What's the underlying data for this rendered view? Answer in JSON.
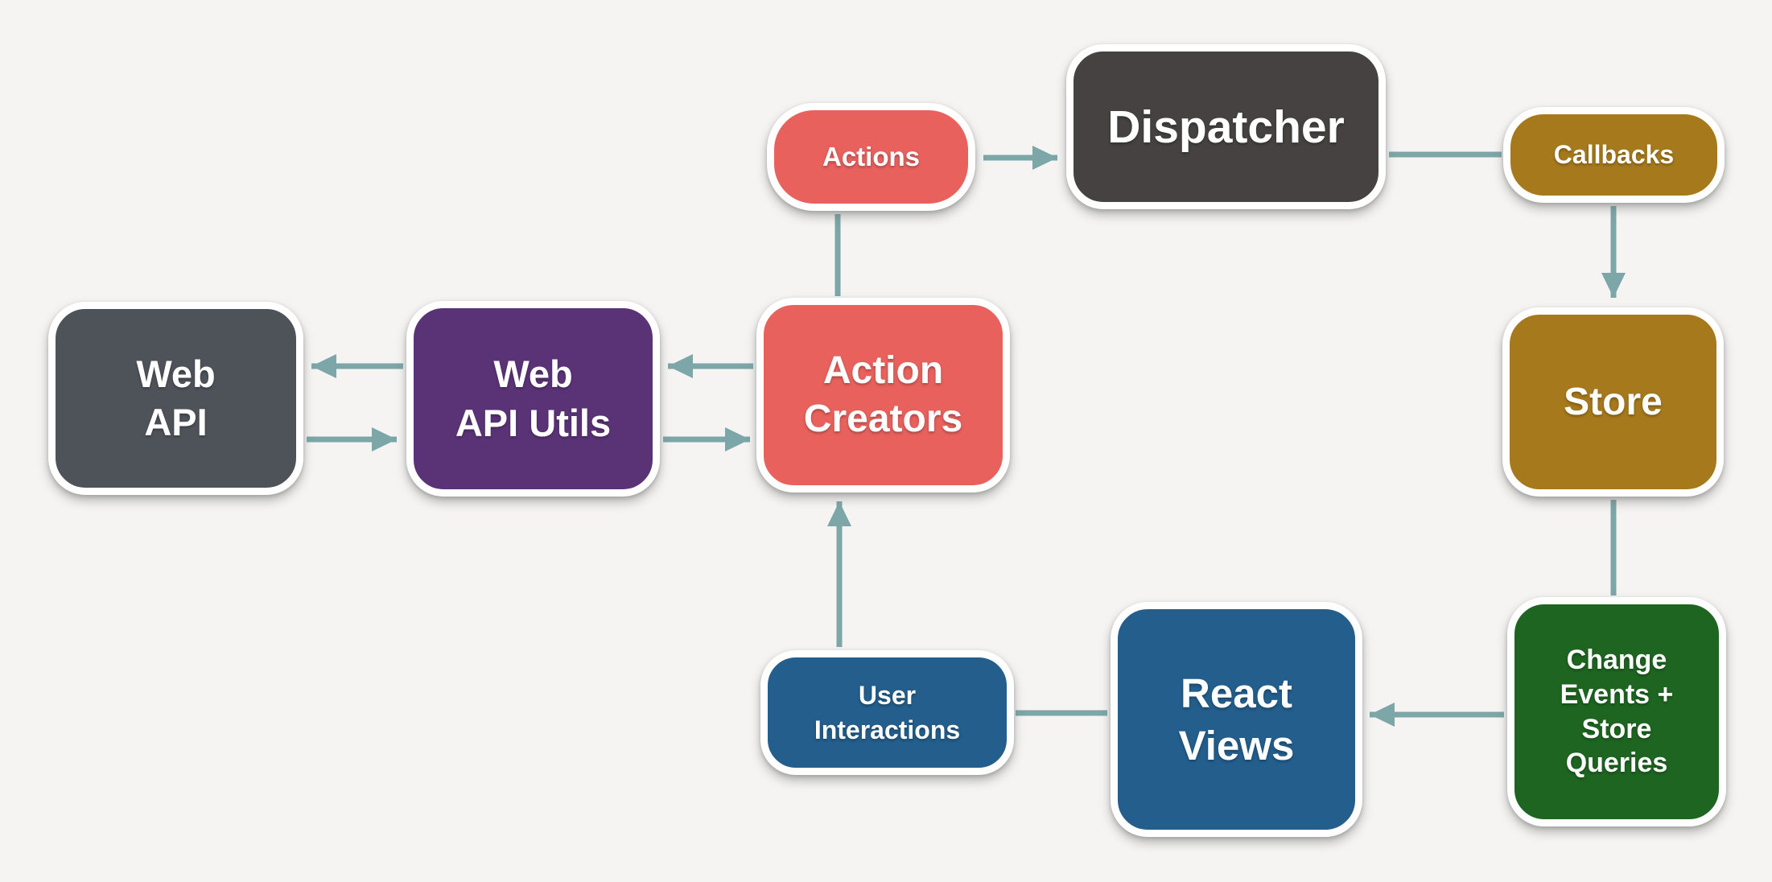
{
  "diagram": {
    "description": "Flux application architecture data flow diagram"
  },
  "colors": {
    "background": "#F5F4F3",
    "arrow": "#7CA6A8",
    "node_border": "#FFFFFF",
    "node_text": "#FFFFFF"
  },
  "nodes": {
    "actions": {
      "label": "Actions",
      "lines": [
        "Actions"
      ],
      "color": "#E8615D",
      "shape": "pill"
    },
    "dispatcher": {
      "label": "Dispatcher",
      "lines": [
        "Dispatcher"
      ],
      "color": "#454241",
      "shape": "box"
    },
    "callbacks": {
      "label": "Callbacks",
      "lines": [
        "Callbacks"
      ],
      "color": "#A6791C",
      "shape": "pill"
    },
    "store": {
      "label": "Store",
      "lines": [
        "Store"
      ],
      "color": "#A6791C",
      "shape": "box"
    },
    "change_events": {
      "label": "Change Events + Store Queries",
      "lines": [
        "Change",
        "Events +",
        "Store",
        "Queries"
      ],
      "color": "#1E6521",
      "shape": "box"
    },
    "react_views": {
      "label": "React Views",
      "lines": [
        "React",
        "Views"
      ],
      "color": "#235E8C",
      "shape": "box"
    },
    "user_interactions": {
      "label": "User Interactions",
      "lines": [
        "User",
        "Interactions"
      ],
      "color": "#235E8C",
      "shape": "pill"
    },
    "action_creators": {
      "label": "Action Creators",
      "lines": [
        "Action",
        "Creators"
      ],
      "color": "#E8615D",
      "shape": "box"
    },
    "web_api_utils": {
      "label": "Web API Utils",
      "lines": [
        "Web",
        "API Utils"
      ],
      "color": "#5A3376",
      "shape": "box"
    },
    "web_api": {
      "label": "Web API",
      "lines": [
        "Web",
        "API"
      ],
      "color": "#4E535A",
      "shape": "box"
    }
  },
  "edges": [
    {
      "from": "actions",
      "to": "dispatcher",
      "arrowhead": true
    },
    {
      "from": "dispatcher",
      "to": "callbacks",
      "arrowhead": false
    },
    {
      "from": "callbacks",
      "to": "store",
      "arrowhead": true
    },
    {
      "from": "store",
      "to": "change_events",
      "arrowhead": false
    },
    {
      "from": "change_events",
      "to": "react_views",
      "arrowhead": true
    },
    {
      "from": "react_views",
      "to": "user_interactions",
      "arrowhead": false
    },
    {
      "from": "user_interactions",
      "to": "action_creators",
      "arrowhead": true
    },
    {
      "from": "action_creators",
      "to": "actions",
      "arrowhead": false
    },
    {
      "from": "action_creators",
      "to": "web_api_utils",
      "arrowhead": true
    },
    {
      "from": "web_api_utils",
      "to": "action_creators",
      "arrowhead": true
    },
    {
      "from": "web_api_utils",
      "to": "web_api",
      "arrowhead": true
    },
    {
      "from": "web_api",
      "to": "web_api_utils",
      "arrowhead": true
    }
  ]
}
